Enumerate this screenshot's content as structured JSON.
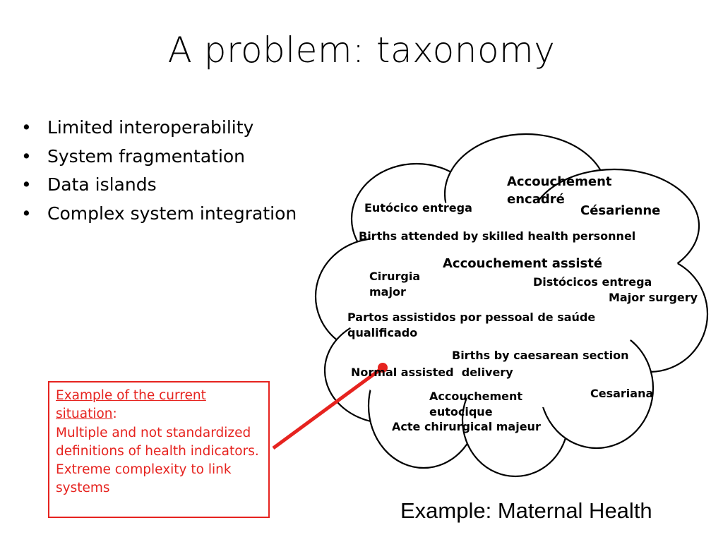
{
  "slide": {
    "title": "A problem: taxonomy",
    "bullets": [
      "Limited interoperability",
      "System fragmentation",
      "Data islands",
      "Complex system integration"
    ],
    "cloud_terms": [
      "Accouchement encadré",
      "Eutócico entrega",
      "Césarienne",
      "Births attended by skilled health personnel",
      "Accouchement assisté",
      "Cirurgia major",
      "Distócicos entrega",
      "Major surgery",
      "Partos assistidos por pessoal de saúde qualificado",
      "Births by caesarean section",
      "Normal assisted  delivery",
      "Cesariana",
      "Accouchement eutocique",
      "Acte chirurgical majeur"
    ],
    "callout": {
      "heading": "Example of the current situation",
      "colon": ":",
      "body": "Multiple and not standardized definitions of health indicators. Extreme complexity to link systems"
    },
    "caption": "Example: Maternal Health",
    "colors": {
      "callout": "#e6231f",
      "text": "#000000",
      "background": "#ffffff"
    }
  }
}
